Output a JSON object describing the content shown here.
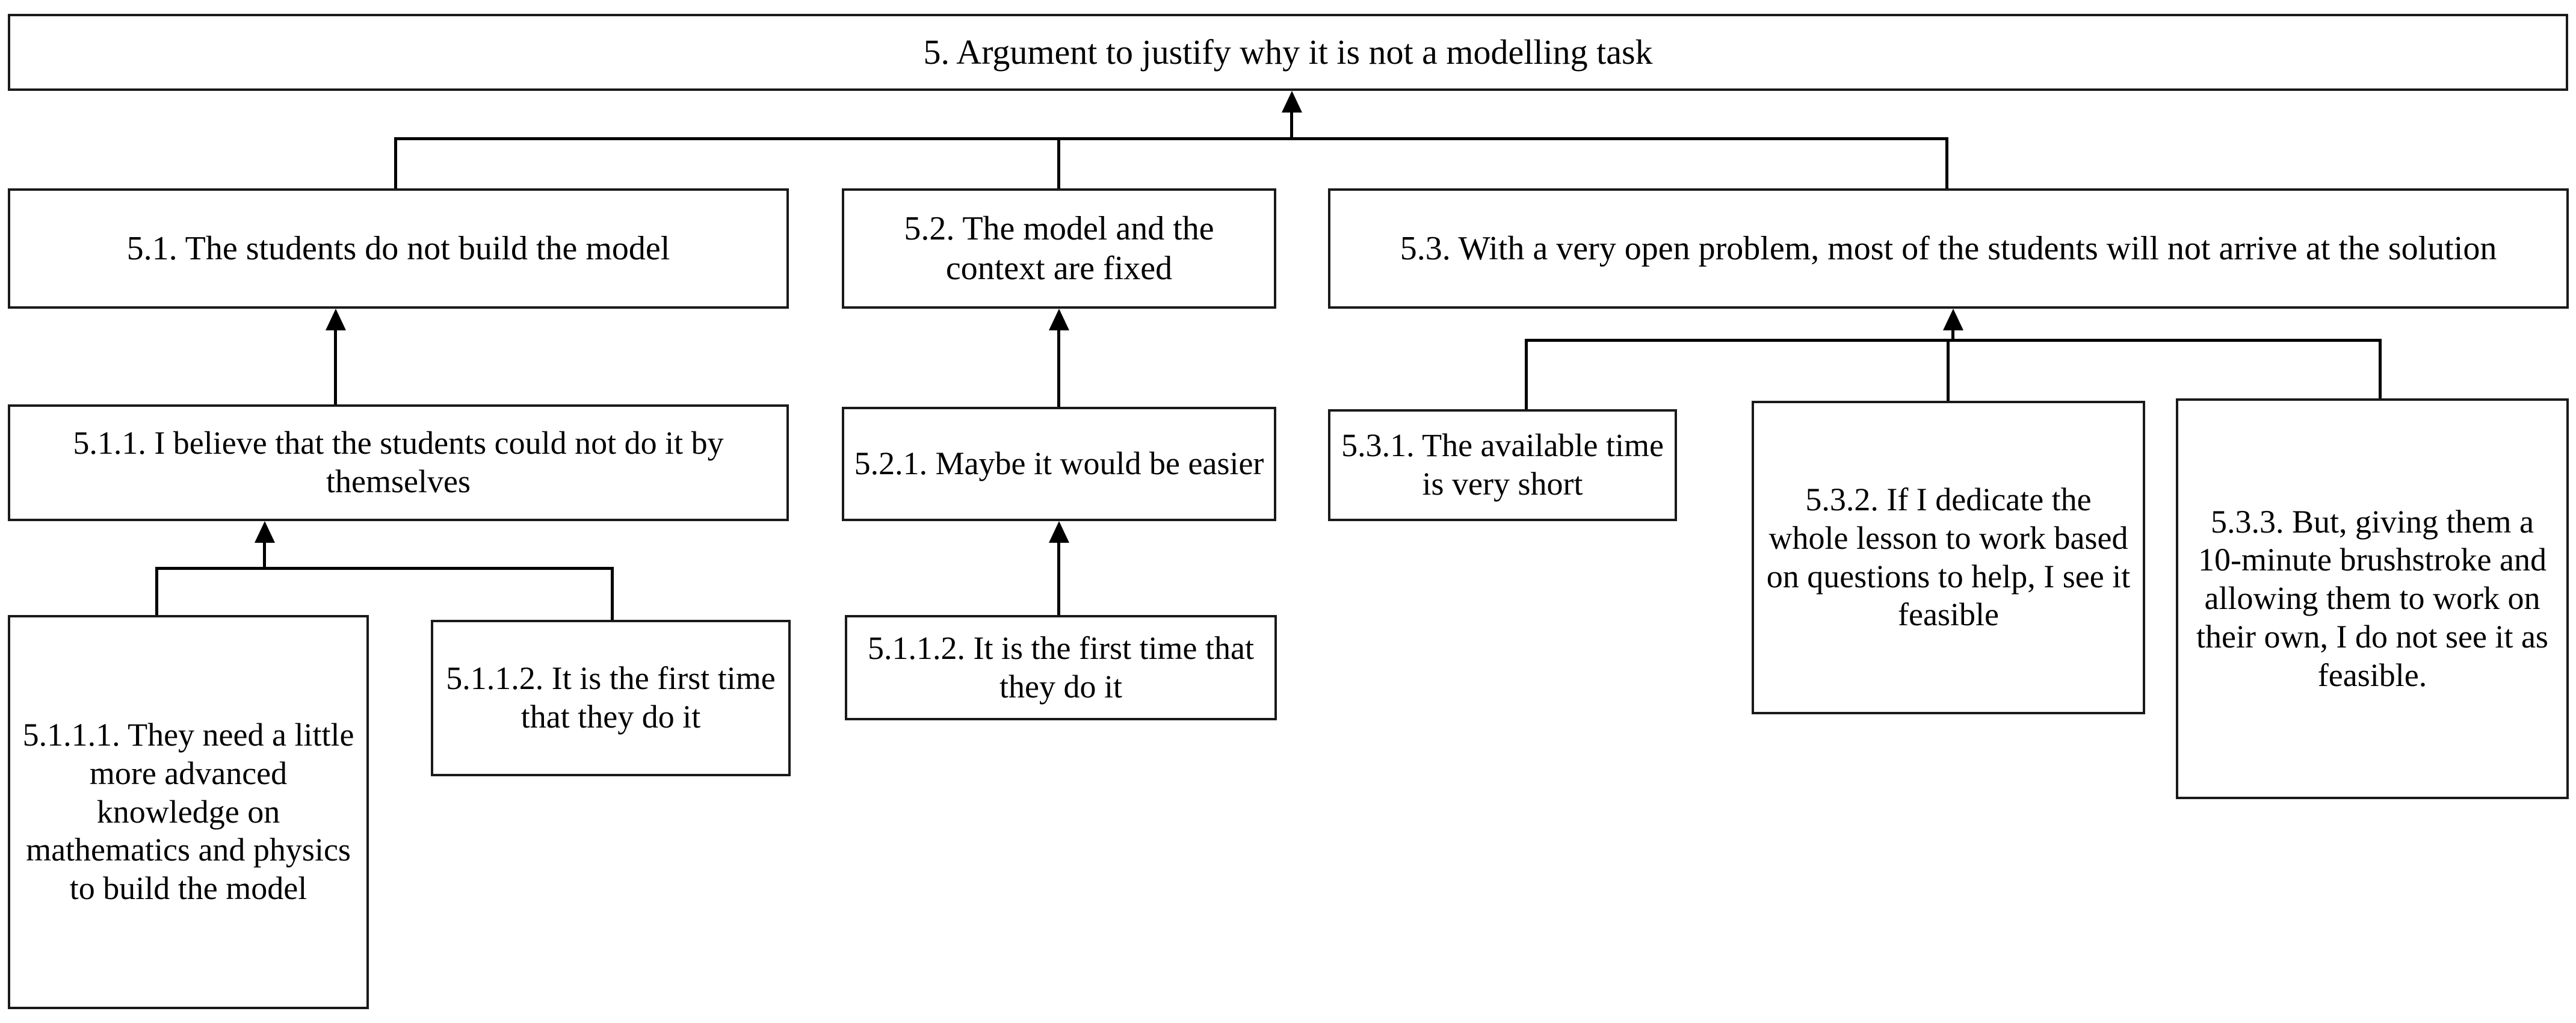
{
  "diagram": {
    "title_node": {
      "id": "5",
      "label": "5. Argument to justify why it is not a modelling task"
    },
    "level2": [
      {
        "id": "5.1",
        "label": "5.1. The students do not build the model"
      },
      {
        "id": "5.2",
        "label": "5.2. The model and the context are fixed"
      },
      {
        "id": "5.3",
        "label": "5.3. With a very open problem, most of the students will not arrive at the solution"
      }
    ],
    "level3": [
      {
        "id": "5.1.1",
        "label": "5.1.1. I believe that the students could not do it by themselves"
      },
      {
        "id": "5.2.1",
        "label": "5.2.1. Maybe it would be easier"
      },
      {
        "id": "5.3.1",
        "label": "5.3.1. The available time is very short"
      },
      {
        "id": "5.3.2",
        "label": "5.3.2. If I dedicate the whole lesson to work based on questions to help, I see it feasible"
      },
      {
        "id": "5.3.3",
        "label": "5.3.3. But, giving them a 10-minute brushstroke and allowing them to work on their own, I do not see it as feasible."
      }
    ],
    "level4": [
      {
        "id": "5.1.1.1",
        "label": "5.1.1.1. They need a little more advanced knowledge on mathematics and physics to build the model"
      },
      {
        "id": "5.1.1.2a",
        "label": "5.1.1.2. It is the first time that they do it"
      },
      {
        "id": "5.1.1.2b",
        "label": "5.1.1.2. It is the first time that they do it"
      }
    ],
    "colors": {
      "border": "#1a1a1a",
      "connector": "#000000",
      "background": "#ffffff",
      "text": "#000000"
    }
  }
}
